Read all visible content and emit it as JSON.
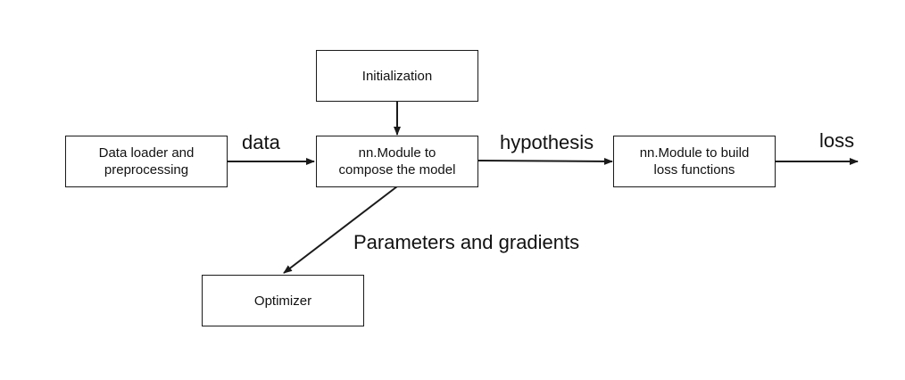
{
  "nodes": {
    "data_loader": "Data loader and\npreprocessing",
    "initialization": "Initialization",
    "model": "nn.Module to\ncompose the model",
    "loss_module": "nn.Module to build\nloss functions",
    "optimizer": "Optimizer"
  },
  "edges": {
    "data": "data",
    "hypothesis": "hypothesis",
    "loss": "loss",
    "params": "Parameters and gradients"
  },
  "colors": {
    "stroke": "#1a1a1a",
    "background": "#ffffff"
  }
}
